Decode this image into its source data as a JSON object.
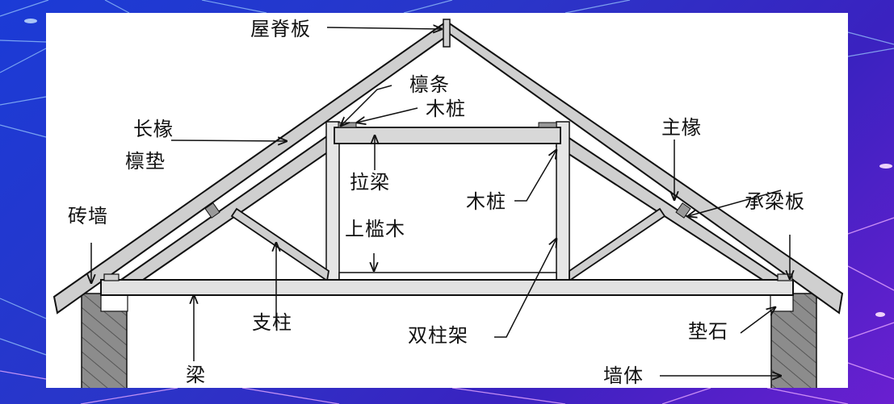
{
  "diagram": {
    "type": "roof-truss-cross-section",
    "colors": {
      "background_gradient_start": "#1b3bd6",
      "background_gradient_end": "#6a1fd0",
      "panel": "#ffffff",
      "timber_fill": "#cfcfcf",
      "wall_fill": "#8a8a8a",
      "outline": "#111111"
    },
    "labels": {
      "ridge_board": "屋脊板",
      "purlin": "檩条",
      "wood_peg_top": "木桩",
      "long_rafter": "长椽",
      "purlin_pad": "檩垫",
      "tie_beam": "拉梁",
      "wood_peg_mid": "木桩",
      "main_rafter": "主椽",
      "bearing_plate": "承梁板",
      "brick_wall": "砖墙",
      "upper_lintel": "上槛木",
      "strut": "支柱",
      "beam": "梁",
      "double_post_frame": "双柱架",
      "pad_stone": "垫石",
      "wall_body": "墙体"
    }
  }
}
